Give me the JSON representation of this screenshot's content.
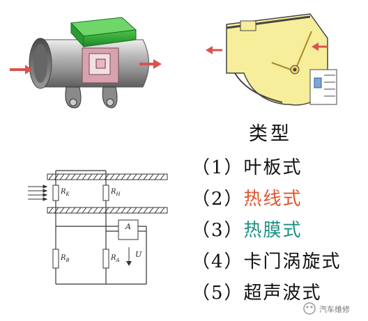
{
  "heading": "类型",
  "types": [
    {
      "num": "（1）",
      "name": "叶板式",
      "color": "#111111"
    },
    {
      "num": "（2）",
      "name": "热线式",
      "color": "#e0542c"
    },
    {
      "num": "（3）",
      "name": "热膜式",
      "color": "#1a8f80"
    },
    {
      "num": "（4）",
      "name": "卡门涡旋式",
      "color": "#111111"
    },
    {
      "num": "（5）",
      "name": "超声波式",
      "color": "#111111"
    }
  ],
  "circuit_labels": {
    "rk": "R",
    "rk_sub": "K",
    "rh": "R",
    "rh_sub": "H",
    "rb": "R",
    "rb_sub": "B",
    "ra": "R",
    "ra_sub": "A",
    "amp": "A",
    "u": "U"
  },
  "watermark": "汽车维修"
}
